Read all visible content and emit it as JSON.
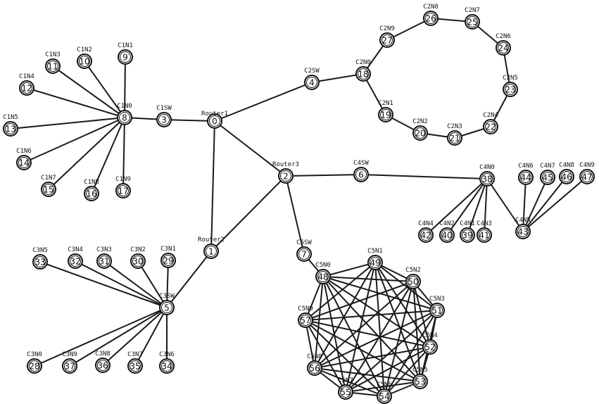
{
  "diagram": {
    "nodes": [
      {
        "id": "0",
        "label": "Router1"
      },
      {
        "id": "1",
        "label": "Router2"
      },
      {
        "id": "2",
        "label": "Router3"
      },
      {
        "id": "3",
        "label": "C1SW"
      },
      {
        "id": "4",
        "label": "C2SW"
      },
      {
        "id": "5",
        "label": "C3SW"
      },
      {
        "id": "6",
        "label": "C4SW"
      },
      {
        "id": "7",
        "label": "C5SW"
      },
      {
        "id": "8",
        "label": "C1N0"
      },
      {
        "id": "9",
        "label": "C1N1"
      },
      {
        "id": "10",
        "label": "C1N2"
      },
      {
        "id": "11",
        "label": "C1N3"
      },
      {
        "id": "12",
        "label": "C1N4"
      },
      {
        "id": "13",
        "label": "C1N5"
      },
      {
        "id": "14",
        "label": "C1N6"
      },
      {
        "id": "15",
        "label": "C1N7"
      },
      {
        "id": "16",
        "label": "C1N8"
      },
      {
        "id": "17",
        "label": "C1N9"
      },
      {
        "id": "18",
        "label": "C2N0"
      },
      {
        "id": "19",
        "label": "C2N1"
      },
      {
        "id": "20",
        "label": "C2N2"
      },
      {
        "id": "21",
        "label": "C2N3"
      },
      {
        "id": "22",
        "label": "C2N4"
      },
      {
        "id": "23",
        "label": "C2N5"
      },
      {
        "id": "24",
        "label": "C2N6"
      },
      {
        "id": "25",
        "label": "C2N7"
      },
      {
        "id": "26",
        "label": "C2N8"
      },
      {
        "id": "27",
        "label": "C2N9"
      },
      {
        "id": "28",
        "label": "C3N0"
      },
      {
        "id": "29",
        "label": "C3N1"
      },
      {
        "id": "30",
        "label": "C3N2"
      },
      {
        "id": "31",
        "label": "C3N3"
      },
      {
        "id": "32",
        "label": "C3N4"
      },
      {
        "id": "33",
        "label": "C3N5"
      },
      {
        "id": "34",
        "label": "C3N6"
      },
      {
        "id": "35",
        "label": "C3N7"
      },
      {
        "id": "36",
        "label": "C3N8"
      },
      {
        "id": "37",
        "label": "C3N9"
      },
      {
        "id": "38",
        "label": "C4N0"
      },
      {
        "id": "39",
        "label": "C4N1"
      },
      {
        "id": "40",
        "label": "C4N2"
      },
      {
        "id": "41",
        "label": "C4N3"
      },
      {
        "id": "42",
        "label": "C4N4"
      },
      {
        "id": "43",
        "label": "C4N5"
      },
      {
        "id": "44",
        "label": "C4N6"
      },
      {
        "id": "45",
        "label": "C4N7"
      },
      {
        "id": "46",
        "label": "C4N8"
      },
      {
        "id": "47",
        "label": "C4N9"
      },
      {
        "id": "48",
        "label": "C5N0"
      },
      {
        "id": "49",
        "label": "C5N1"
      },
      {
        "id": "50",
        "label": "C5N2"
      },
      {
        "id": "51",
        "label": "C5N3"
      },
      {
        "id": "52",
        "label": "C5N4"
      },
      {
        "id": "53",
        "label": "C5N5"
      },
      {
        "id": "54",
        "label": "C5N6"
      },
      {
        "id": "55",
        "label": "C5N7"
      },
      {
        "id": "56",
        "label": "C5N8"
      },
      {
        "id": "57",
        "label": "C5N9"
      }
    ],
    "edges": [
      [
        "0",
        "3"
      ],
      [
        "0",
        "4"
      ],
      [
        "0",
        "2"
      ],
      [
        "0",
        "1"
      ],
      [
        "1",
        "2"
      ],
      [
        "1",
        "5"
      ],
      [
        "2",
        "6"
      ],
      [
        "2",
        "7"
      ],
      [
        "3",
        "8"
      ],
      [
        "8",
        "9"
      ],
      [
        "8",
        "10"
      ],
      [
        "8",
        "11"
      ],
      [
        "8",
        "12"
      ],
      [
        "8",
        "13"
      ],
      [
        "8",
        "14"
      ],
      [
        "8",
        "15"
      ],
      [
        "8",
        "16"
      ],
      [
        "8",
        "17"
      ],
      [
        "4",
        "18"
      ],
      [
        "18",
        "19"
      ],
      [
        "19",
        "20"
      ],
      [
        "20",
        "21"
      ],
      [
        "21",
        "22"
      ],
      [
        "22",
        "23"
      ],
      [
        "23",
        "24"
      ],
      [
        "24",
        "25"
      ],
      [
        "25",
        "26"
      ],
      [
        "26",
        "27"
      ],
      [
        "27",
        "18"
      ],
      [
        "5",
        "28"
      ],
      [
        "5",
        "29"
      ],
      [
        "5",
        "30"
      ],
      [
        "5",
        "31"
      ],
      [
        "5",
        "32"
      ],
      [
        "5",
        "33"
      ],
      [
        "5",
        "34"
      ],
      [
        "5",
        "35"
      ],
      [
        "5",
        "36"
      ],
      [
        "5",
        "37"
      ],
      [
        "6",
        "38"
      ],
      [
        "38",
        "39"
      ],
      [
        "38",
        "40"
      ],
      [
        "38",
        "41"
      ],
      [
        "38",
        "42"
      ],
      [
        "38",
        "43"
      ],
      [
        "43",
        "44"
      ],
      [
        "43",
        "45"
      ],
      [
        "43",
        "46"
      ],
      [
        "43",
        "47"
      ],
      [
        "7",
        "48"
      ],
      [
        "48",
        "49"
      ],
      [
        "48",
        "50"
      ],
      [
        "48",
        "51"
      ],
      [
        "48",
        "52"
      ],
      [
        "48",
        "53"
      ],
      [
        "48",
        "54"
      ],
      [
        "48",
        "55"
      ],
      [
        "48",
        "56"
      ],
      [
        "48",
        "57"
      ],
      [
        "49",
        "50"
      ],
      [
        "49",
        "51"
      ],
      [
        "49",
        "52"
      ],
      [
        "49",
        "53"
      ],
      [
        "49",
        "54"
      ],
      [
        "49",
        "55"
      ],
      [
        "49",
        "56"
      ],
      [
        "49",
        "57"
      ],
      [
        "50",
        "51"
      ],
      [
        "50",
        "52"
      ],
      [
        "50",
        "53"
      ],
      [
        "50",
        "54"
      ],
      [
        "50",
        "55"
      ],
      [
        "50",
        "56"
      ],
      [
        "50",
        "57"
      ],
      [
        "51",
        "52"
      ],
      [
        "51",
        "53"
      ],
      [
        "51",
        "54"
      ],
      [
        "51",
        "55"
      ],
      [
        "51",
        "56"
      ],
      [
        "51",
        "57"
      ],
      [
        "52",
        "53"
      ],
      [
        "52",
        "54"
      ],
      [
        "52",
        "55"
      ],
      [
        "52",
        "56"
      ],
      [
        "52",
        "57"
      ],
      [
        "53",
        "54"
      ],
      [
        "53",
        "55"
      ],
      [
        "53",
        "56"
      ],
      [
        "53",
        "57"
      ],
      [
        "54",
        "55"
      ],
      [
        "54",
        "56"
      ],
      [
        "54",
        "57"
      ],
      [
        "55",
        "56"
      ],
      [
        "55",
        "57"
      ],
      [
        "56",
        "57"
      ]
    ]
  }
}
